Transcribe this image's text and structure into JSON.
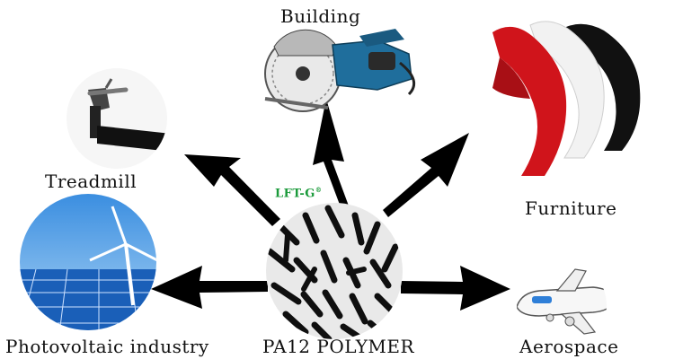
{
  "hub": {
    "label": "PA12 POLYMER",
    "brand": "LFT-G",
    "brand_mark": "®"
  },
  "applications": {
    "building": "Building",
    "treadmill": "Treadmill",
    "furniture": "Furniture",
    "photovoltaic": "Photovoltaic industry",
    "aerospace": "Aerospace"
  },
  "colors": {
    "arrow": "#000000",
    "chair_red": "#d0141b",
    "chair_white": "#f4f4f4",
    "chair_black": "#111111",
    "solar_blue": "#1a5fb8",
    "sky_blue": "#5aa6e8",
    "brand_green": "#1a9a3a"
  },
  "icons": [
    "circular-saw-icon",
    "treadmill-icon",
    "chairs-icon",
    "solar-wind-icon",
    "airplane-icon",
    "pellets-icon"
  ]
}
